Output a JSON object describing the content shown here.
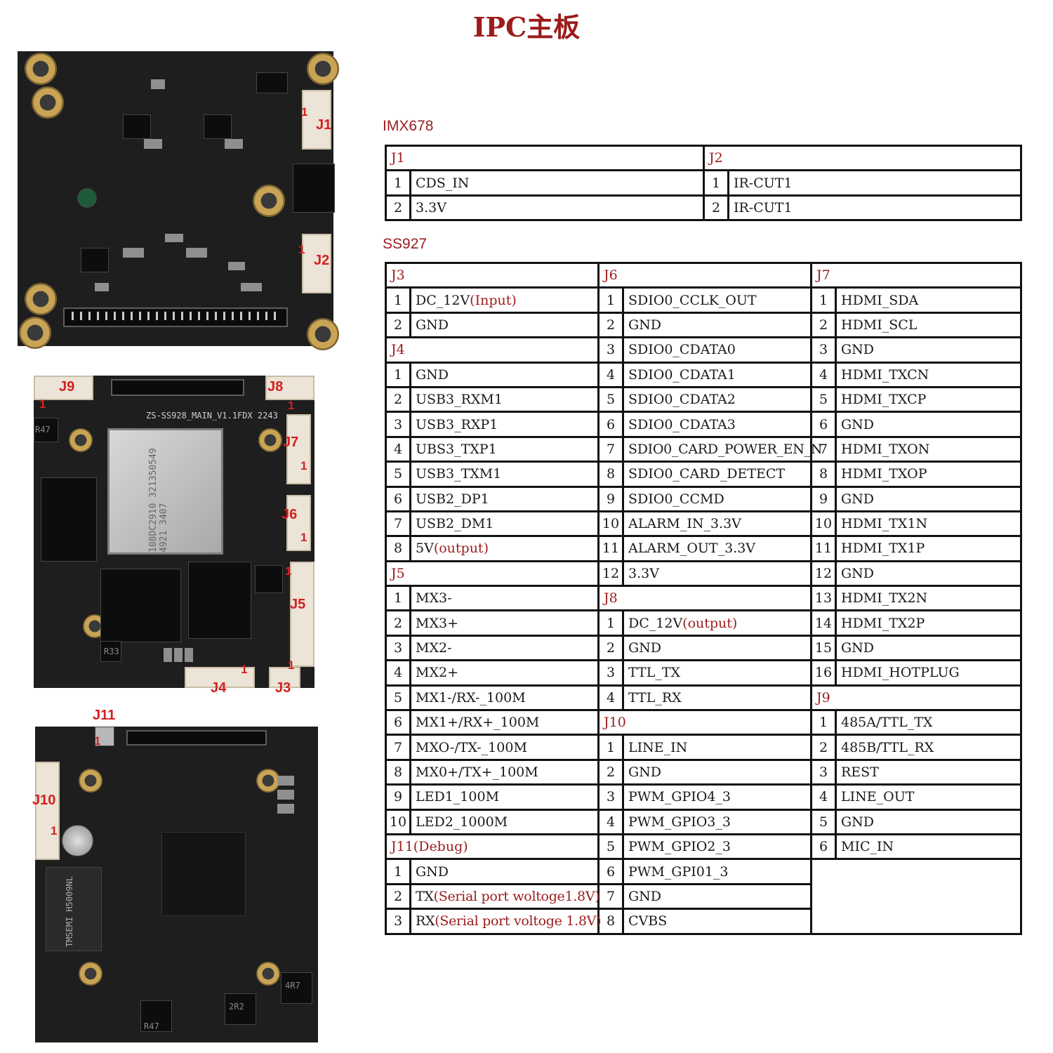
{
  "title": "IPC主板",
  "boards": {
    "board1": {
      "connectors": [
        "J1",
        "J2"
      ],
      "pin1_mark": "1"
    },
    "board2": {
      "connectors": [
        "J9",
        "J8",
        "J7",
        "J6",
        "J5",
        "J4",
        "J3"
      ],
      "pin1_mark": "1",
      "silkscreen": "ZS-SS928_MAIN_V1.1",
      "silkscreen2": "FDX 2243",
      "chip_text": "108DC2910 321350549 4921 3407",
      "inductor": "R47",
      "inductor2": "R33"
    },
    "board3": {
      "connectors": [
        "J11",
        "J10"
      ],
      "pin1_mark": "1",
      "transformer": "TMSEMI H5009NL",
      "inductor": "R47",
      "inductor2": "2R2",
      "inductor3": "4R7"
    }
  },
  "imx678": {
    "label": "IMX678",
    "J1": {
      "header": "J1",
      "pins": [
        {
          "n": "1",
          "name": "CDS_IN"
        },
        {
          "n": "2",
          "name": "3.3V"
        }
      ]
    },
    "J2": {
      "header": "J2",
      "pins": [
        {
          "n": "1",
          "name": "IR-CUT1"
        },
        {
          "n": "2",
          "name": "IR-CUT1"
        }
      ]
    }
  },
  "ss927": {
    "label": "SS927",
    "J3": {
      "header": "J3",
      "pins": [
        {
          "n": "1",
          "name": "DC_12V",
          "note": "(Input)"
        },
        {
          "n": "2",
          "name": "GND"
        }
      ]
    },
    "J4": {
      "header": "J4",
      "pins": [
        {
          "n": "1",
          "name": "GND"
        },
        {
          "n": "2",
          "name": "USB3_RXM1"
        },
        {
          "n": "3",
          "name": "USB3_RXP1"
        },
        {
          "n": "4",
          "name": "UBS3_TXP1"
        },
        {
          "n": "5",
          "name": "USB3_TXM1"
        },
        {
          "n": "6",
          "name": "USB2_DP1"
        },
        {
          "n": "7",
          "name": "USB2_DM1"
        },
        {
          "n": "8",
          "name": "5V",
          "note": "(output)"
        }
      ]
    },
    "J5": {
      "header": "J5",
      "pins": [
        {
          "n": "1",
          "name": "MX3-"
        },
        {
          "n": "2",
          "name": "MX3+"
        },
        {
          "n": "3",
          "name": "MX2-"
        },
        {
          "n": "4",
          "name": "MX2+"
        },
        {
          "n": "5",
          "name": "MX1-/RX-_100M"
        },
        {
          "n": "6",
          "name": "MX1+/RX+_100M"
        },
        {
          "n": "7",
          "name": "MXO-/TX-_100M"
        },
        {
          "n": "8",
          "name": "MX0+/TX+_100M"
        },
        {
          "n": "9",
          "name": "LED1_100M"
        },
        {
          "n": "10",
          "name": "LED2_1000M"
        }
      ]
    },
    "J11": {
      "header": "J11(Debug)",
      "pins": [
        {
          "n": "1",
          "name": "GND"
        },
        {
          "n": "2",
          "name": "TX",
          "note": "(Serial port woltoge1.8V)"
        },
        {
          "n": "3",
          "name": "RX",
          "note": "(Serial port voltoge 1.8V)"
        }
      ]
    },
    "J6": {
      "header": "J6",
      "pins": [
        {
          "n": "1",
          "name": "SDIO0_CCLK_OUT"
        },
        {
          "n": "2",
          "name": "GND"
        },
        {
          "n": "3",
          "name": "SDIO0_CDATA0"
        },
        {
          "n": "4",
          "name": "SDIO0_CDATA1"
        },
        {
          "n": "5",
          "name": "SDIO0_CDATA2"
        },
        {
          "n": "6",
          "name": "SDIO0_CDATA3"
        },
        {
          "n": "7",
          "name": "SDIO0_CARD_POWER_EN_N"
        },
        {
          "n": "8",
          "name": "SDIO0_CARD_DETECT"
        },
        {
          "n": "9",
          "name": "SDIO0_CCMD"
        },
        {
          "n": "10",
          "name": "ALARM_IN_3.3V"
        },
        {
          "n": "11",
          "name": "ALARM_OUT_3.3V"
        },
        {
          "n": "12",
          "name": "3.3V"
        }
      ]
    },
    "J8": {
      "header": "J8",
      "pins": [
        {
          "n": "1",
          "name": "DC_12V",
          "note": "(output)"
        },
        {
          "n": "2",
          "name": "GND"
        },
        {
          "n": "3",
          "name": "TTL_TX"
        },
        {
          "n": "4",
          "name": "TTL_RX"
        }
      ]
    },
    "J10": {
      "header": "J10",
      "pins": [
        {
          "n": "1",
          "name": "LINE_IN"
        },
        {
          "n": "2",
          "name": "GND"
        },
        {
          "n": "3",
          "name": "PWM_GPIO4_3"
        },
        {
          "n": "4",
          "name": "PWM_GPIO3_3"
        },
        {
          "n": "5",
          "name": "PWM_GPIO2_3"
        },
        {
          "n": "6",
          "name": "PWM_GPI01_3"
        },
        {
          "n": "7",
          "name": "GND"
        },
        {
          "n": "8",
          "name": "CVBS"
        }
      ]
    },
    "J7": {
      "header": "J7",
      "pins": [
        {
          "n": "1",
          "name": "HDMI_SDA"
        },
        {
          "n": "2",
          "name": "HDMI_SCL"
        },
        {
          "n": "3",
          "name": "GND"
        },
        {
          "n": "4",
          "name": "HDMI_TXCN"
        },
        {
          "n": "5",
          "name": "HDMI_TXCP"
        },
        {
          "n": "6",
          "name": "GND"
        },
        {
          "n": "7",
          "name": "HDMI_TXON"
        },
        {
          "n": "8",
          "name": "HDMI_TXOP"
        },
        {
          "n": "9",
          "name": "GND"
        },
        {
          "n": "10",
          "name": "HDMI_TX1N"
        },
        {
          "n": "11",
          "name": "HDMI_TX1P"
        },
        {
          "n": "12",
          "name": "GND"
        },
        {
          "n": "13",
          "name": "HDMI_TX2N"
        },
        {
          "n": "14",
          "name": "HDMI_TX2P"
        },
        {
          "n": "15",
          "name": "GND"
        },
        {
          "n": "16",
          "name": "HDMI_HOTPLUG"
        }
      ]
    },
    "J9": {
      "header": "J9",
      "pins": [
        {
          "n": "1",
          "name": "485A/TTL_TX"
        },
        {
          "n": "2",
          "name": "485B/TTL_RX"
        },
        {
          "n": "3",
          "name": "REST"
        },
        {
          "n": "4",
          "name": "LINE_OUT"
        },
        {
          "n": "5",
          "name": "GND"
        },
        {
          "n": "6",
          "name": "MIC_IN"
        }
      ]
    }
  }
}
